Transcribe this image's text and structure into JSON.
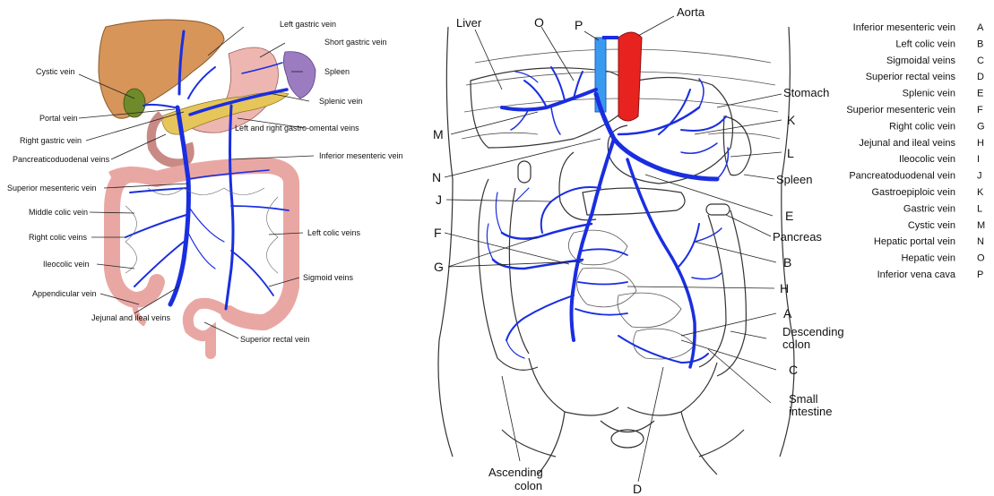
{
  "left_diagram": {
    "labels": {
      "left_gastric": "Left gastric vein",
      "short_gastric": "Short gastric vein",
      "spleen": "Spleen",
      "cystic": "Cystic vein",
      "splenic": "Splenic vein",
      "portal": "Portal vein",
      "left_right_gastro_omental": "Left and right gastro-omental veins",
      "right_gastric": "Right gastric vein",
      "pancreaticoduodenal": "Pancreaticoduodenal veins",
      "inferior_mesenteric": "Inferior mesenteric vein",
      "superior_mesenteric": "Superior mesenteric vein",
      "middle_colic": "Middle colic vein",
      "right_colic": "Right colic veins",
      "left_colic": "Left colic veins",
      "ileocolic": "Ileocolic vein",
      "sigmoid": "Sigmoid veins",
      "appendicular": "Appendicular vein",
      "jejunal_ileal": "Jejunal and ileal veins",
      "superior_rectal": "Superior rectal vein"
    }
  },
  "right_diagram": {
    "organ_labels": {
      "liver": "Liver",
      "aorta": "Aorta",
      "stomach": "Stomach",
      "spleen": "Spleen",
      "pancreas": "Pancreas",
      "descending_colon": "Descending colon",
      "small_intestine": "Small intestine",
      "ascending_colon": "Ascending colon"
    },
    "letters": [
      "O",
      "P",
      "M",
      "K",
      "L",
      "N",
      "J",
      "E",
      "F",
      "B",
      "G",
      "H",
      "A",
      "C",
      "D"
    ]
  },
  "legend": [
    {
      "name": "Inferior mesenteric vein",
      "key": "A"
    },
    {
      "name": "Left colic vein",
      "key": "B"
    },
    {
      "name": "Sigmoidal veins",
      "key": "C"
    },
    {
      "name": "Superior rectal veins",
      "key": "D"
    },
    {
      "name": "Splenic vein",
      "key": "E"
    },
    {
      "name": "Superior mesenteric vein",
      "key": "F"
    },
    {
      "name": "Right colic vein",
      "key": "G"
    },
    {
      "name": "Jejunal and ileal veins",
      "key": "H"
    },
    {
      "name": "Ileocolic vein",
      "key": "I"
    },
    {
      "name": "Pancreatoduodenal vein",
      "key": "J"
    },
    {
      "name": "Gastroepiploic vein",
      "key": "K"
    },
    {
      "name": "Gastric vein",
      "key": "L"
    },
    {
      "name": "Cystic vein",
      "key": "M"
    },
    {
      "name": "Hepatic portal vein",
      "key": "N"
    },
    {
      "name": "Hepatic vein",
      "key": "O"
    },
    {
      "name": "Inferior vena cava",
      "key": "P"
    }
  ],
  "colors": {
    "vein_blue": "#1a2ee0",
    "ivc_blue": "#3a9af0",
    "aorta_red": "#e8231f",
    "liver_brown": "#d7955a",
    "spleen_purple": "#9b7cc0",
    "intestine_pink": "#e9a7a3",
    "highlight_yellow": "#fff59a"
  }
}
